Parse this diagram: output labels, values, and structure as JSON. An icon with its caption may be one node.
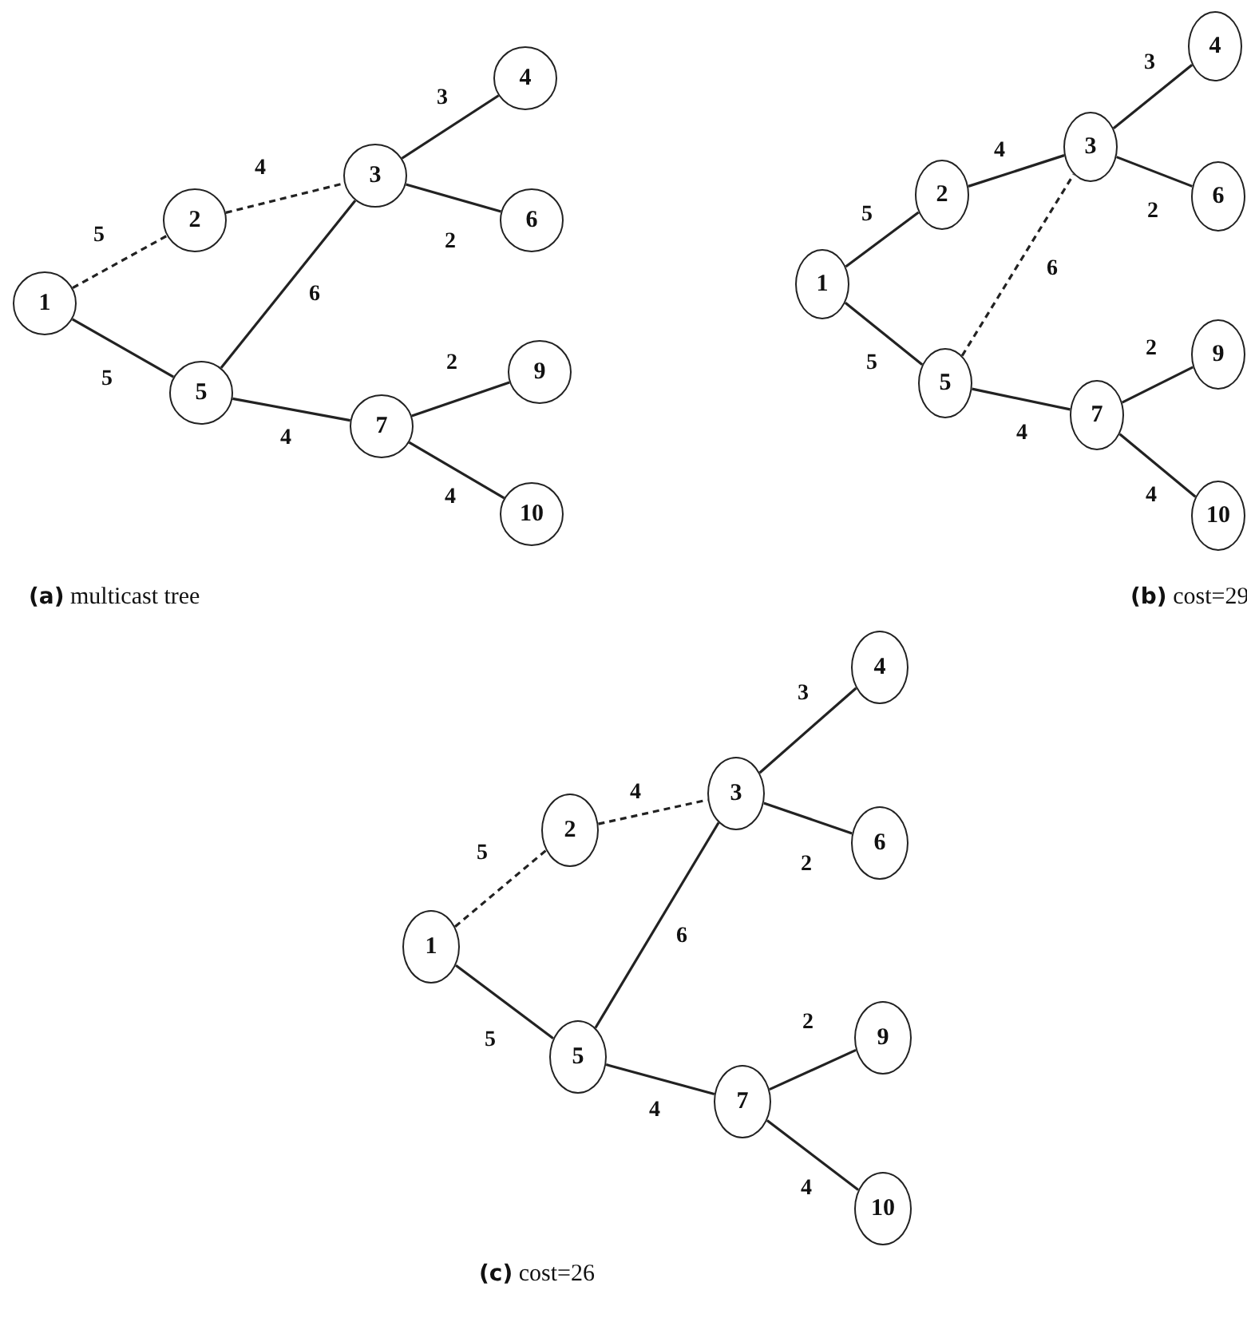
{
  "diagram": {
    "nodes": [
      {
        "text": [
          "1"
        ]
      },
      {
        "text": [
          "2"
        ]
      },
      {
        "text": [
          "3"
        ]
      },
      {
        "text": [
          "4"
        ]
      },
      {
        "text": [
          "5"
        ]
      },
      {
        "text": [
          "6"
        ]
      },
      {
        "text": [
          "7"
        ]
      },
      {
        "text": [
          "9"
        ]
      },
      {
        "text": [
          "10"
        ]
      },
      {
        "text": [
          "1"
        ]
      },
      {
        "text": [
          "2"
        ]
      },
      {
        "text": [
          "3"
        ]
      },
      {
        "text": [
          "4"
        ]
      },
      {
        "text": [
          "5"
        ]
      },
      {
        "text": [
          "6"
        ]
      },
      {
        "text": [
          "7"
        ]
      },
      {
        "text": [
          "9"
        ]
      },
      {
        "text": [
          "10"
        ]
      },
      {
        "text": [
          "1"
        ]
      },
      {
        "text": [
          "2"
        ]
      },
      {
        "text": [
          "3"
        ]
      },
      {
        "text": [
          "4"
        ]
      },
      {
        "text": [
          "5"
        ]
      },
      {
        "text": [
          "6"
        ]
      },
      {
        "text": [
          "7"
        ]
      },
      {
        "text": [
          "9"
        ]
      },
      {
        "text": [
          "10"
        ]
      }
    ],
    "edges": [
      {
        "from": 0,
        "to": 1,
        "arrow": "none",
        "label": "5",
        "style": "dashed"
      },
      {
        "from": 1,
        "to": 2,
        "arrow": "none",
        "label": "4",
        "style": "dashed"
      },
      {
        "from": 2,
        "to": 3,
        "arrow": "none",
        "label": "3"
      },
      {
        "from": 2,
        "to": 5,
        "arrow": "none",
        "label": "2"
      },
      {
        "from": 0,
        "to": 4,
        "arrow": "none",
        "label": "5"
      },
      {
        "from": 4,
        "to": 2,
        "arrow": "none",
        "label": "6"
      },
      {
        "from": 4,
        "to": 6,
        "arrow": "none",
        "label": "4"
      },
      {
        "from": 6,
        "to": 7,
        "arrow": "none",
        "label": "2"
      },
      {
        "from": 6,
        "to": 8,
        "arrow": "none",
        "label": "4"
      },
      {
        "from": 9,
        "to": 10,
        "arrow": "none",
        "label": "5"
      },
      {
        "from": 10,
        "to": 11,
        "arrow": "none",
        "label": "4"
      },
      {
        "from": 11,
        "to": 12,
        "arrow": "none",
        "label": "3"
      },
      {
        "from": 11,
        "to": 14,
        "arrow": "none",
        "label": "2"
      },
      {
        "from": 9,
        "to": 13,
        "arrow": "none",
        "label": "5"
      },
      {
        "from": 13,
        "to": 11,
        "arrow": "none",
        "label": "6",
        "style": "dashed"
      },
      {
        "from": 13,
        "to": 15,
        "arrow": "none",
        "label": "4"
      },
      {
        "from": 15,
        "to": 16,
        "arrow": "none",
        "label": "2"
      },
      {
        "from": 15,
        "to": 17,
        "arrow": "none",
        "label": "4"
      },
      {
        "from": 18,
        "to": 19,
        "arrow": "none",
        "label": "5",
        "style": "dashed"
      },
      {
        "from": 19,
        "to": 20,
        "arrow": "none",
        "label": "4",
        "style": "dashed"
      },
      {
        "from": 20,
        "to": 21,
        "arrow": "none",
        "label": "3"
      },
      {
        "from": 20,
        "to": 23,
        "arrow": "none",
        "label": "2"
      },
      {
        "from": 18,
        "to": 22,
        "arrow": "none",
        "label": "5"
      },
      {
        "from": 22,
        "to": 20,
        "arrow": "none",
        "label": "6"
      },
      {
        "from": 22,
        "to": 24,
        "arrow": "none",
        "label": "4"
      },
      {
        "from": 24,
        "to": 25,
        "arrow": "none",
        "label": "2"
      },
      {
        "from": 24,
        "to": 26,
        "arrow": "none",
        "label": "4"
      }
    ],
    "labels": [
      "**(a)** multicast tree",
      "**(b)** cost=29",
      "**(c)** cost=26"
    ]
  }
}
